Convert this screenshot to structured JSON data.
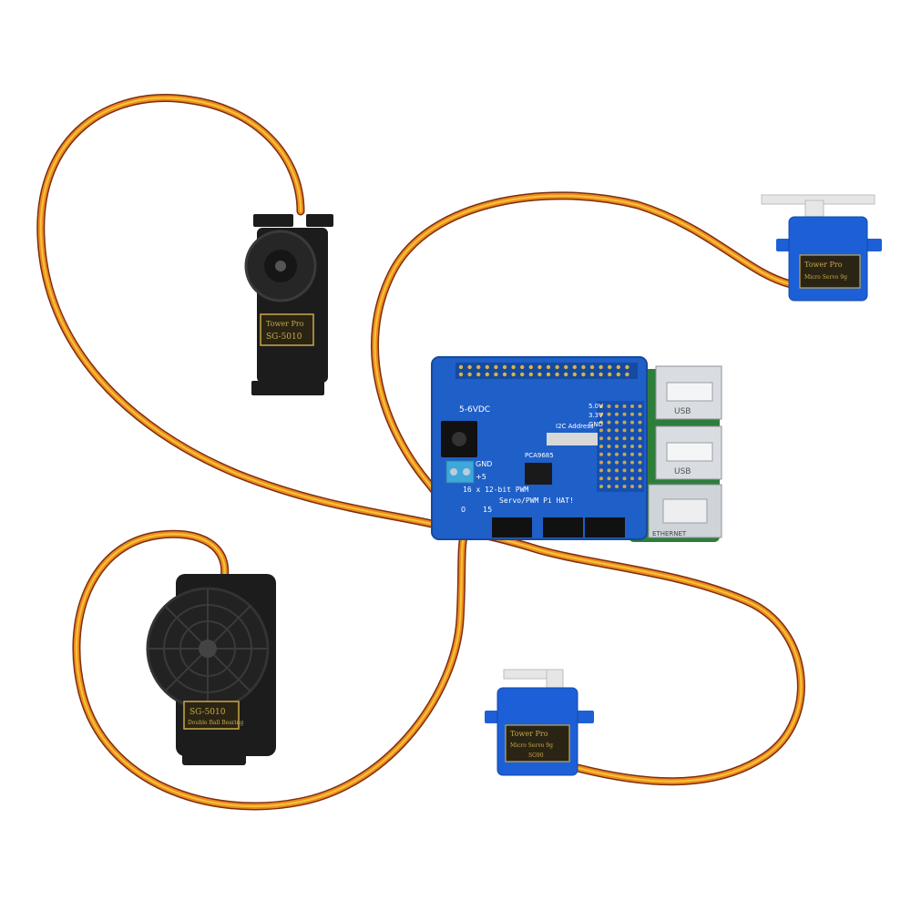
{
  "colors": {
    "background": "#ffffff",
    "pcb": "#1f5fc8",
    "pcb_dark": "#154a9e",
    "pi_green": "#2f7d3a",
    "servo_black": "#1c1c1c",
    "servo_blue": "#1d5fd6",
    "wire_orange": "#f08a1c",
    "wire_yellow": "#f3c53a",
    "wire_brown": "#7a2e12",
    "label_gold": "#c9a84a"
  },
  "big_servo_top": {
    "brand": "Tower Pro",
    "model": "SG-5010"
  },
  "big_servo_bottom": {
    "model": "SG-5010",
    "subtitle": "Double Ball Bearing"
  },
  "micro_servo_right": {
    "brand": "Tower Pro",
    "subtitle": "Micro Servo 9g"
  },
  "micro_servo_bottom": {
    "brand": "Tower Pro",
    "subtitle": "Micro Servo 9g",
    "model": "SG90"
  },
  "hat_board": {
    "voltage_label": "5-6VDC",
    "gnd_label": "GND",
    "plus_label": "+5",
    "chip_label": "PCA9685",
    "address_label": "I2C Address",
    "title_line1": "16 x 12-bit PWM",
    "title_line2": "Servo/PWM Pi HAT!",
    "channel_start": "0",
    "channel_end": "15",
    "rail_5v": "5.0V",
    "rail_3v": "3.3V",
    "rail_gnd": "GND"
  },
  "pi_board": {
    "usb_label_1": "USB",
    "usb_label_2": "USB",
    "eth_label": "ETHERNET"
  },
  "icons": [
    "servo-horn-icon",
    "usb-port-icon",
    "ethernet-port-icon",
    "dc-jack-icon",
    "terminal-block-icon",
    "gpio-header-icon"
  ]
}
